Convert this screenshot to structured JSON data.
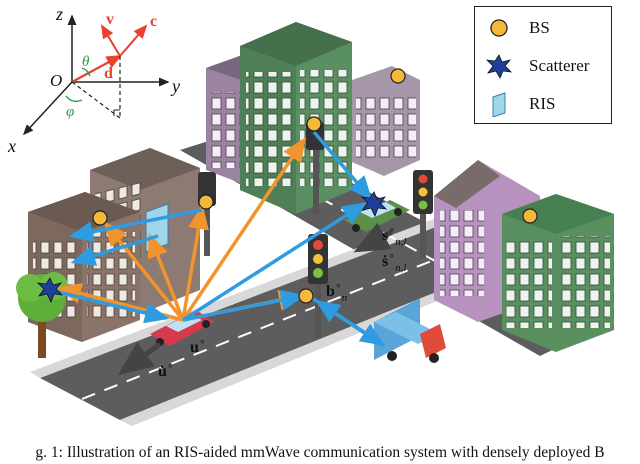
{
  "axes": {
    "z": "z",
    "y": "y",
    "x": "x",
    "origin": "O",
    "v": "v",
    "c": "c",
    "d": "d",
    "theta": "θ",
    "phi": "φ"
  },
  "legend": {
    "bs": "BS",
    "scatterer": "Scatterer",
    "ris": "RIS"
  },
  "labels": {
    "s_base": "s",
    "s_sup": "∘",
    "s_sub": "n,l",
    "sdot_base": "ṡ",
    "sdot_sup": "∘",
    "sdot_sub": "n,l",
    "b_base": "b",
    "b_sup": "∘",
    "b_sub": "n",
    "u_base": "u",
    "u_sup": "∘",
    "udot_base": "u̇",
    "udot_sup": "∘"
  },
  "caption": "g. 1: Illustration of an RIS-aided mmWave communication system with densely deployed B",
  "colors": {
    "orange": "#f0952e",
    "blue": "#2f9be0",
    "road": "#5d5d5d",
    "road_edge": "#e6e6e6"
  }
}
